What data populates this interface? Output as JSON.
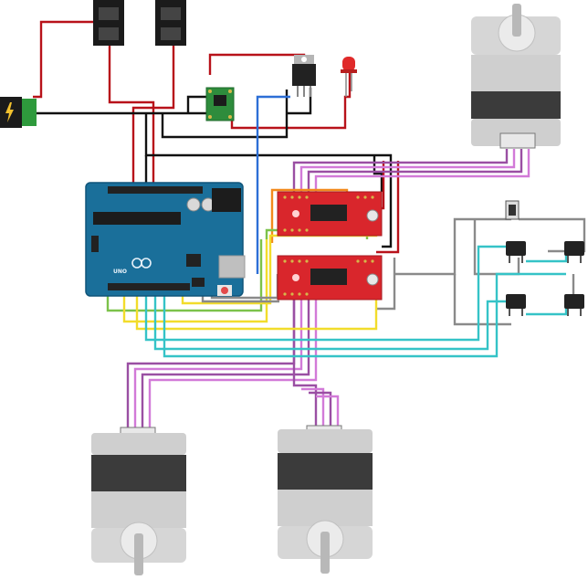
{
  "arduino": {
    "brand_text": "UNO",
    "colors": {
      "board": "#1a6f9a",
      "board_edge": "#10557a",
      "chip": "#1c1c1c",
      "usb": "#bfbfbf"
    }
  },
  "drivers": {
    "count": 2,
    "colors": {
      "board": "#d9262c",
      "edge": "#a51b20",
      "chip": "#222222"
    }
  },
  "regulator": {
    "color": "#222222",
    "tab": "#b5b5b5"
  },
  "led": {
    "color": "#e02a2a"
  },
  "power_jack": {
    "color": "#1b1b1b",
    "pcb": "#2e9a3c",
    "bolt": "#f2c12e"
  },
  "stepper_motors": {
    "count": 3,
    "colors": {
      "body": "#cfcfcf",
      "band": "#3b3b3b",
      "connector": "#e8e8e8",
      "shaft": "#b8b8b8"
    }
  },
  "switches": {
    "count": 5,
    "color": "#222222"
  },
  "wire_colors": {
    "red": "#b8121a",
    "black": "#111111",
    "gray": "#8a8a8a",
    "blue": "#2d6fd6",
    "purple": "#9a4fa3",
    "pink": "#d27ad8",
    "cyan": "#35c3c7",
    "yellow": "#f2dc2b",
    "green": "#7cc24a",
    "orange": "#f28a1d"
  }
}
